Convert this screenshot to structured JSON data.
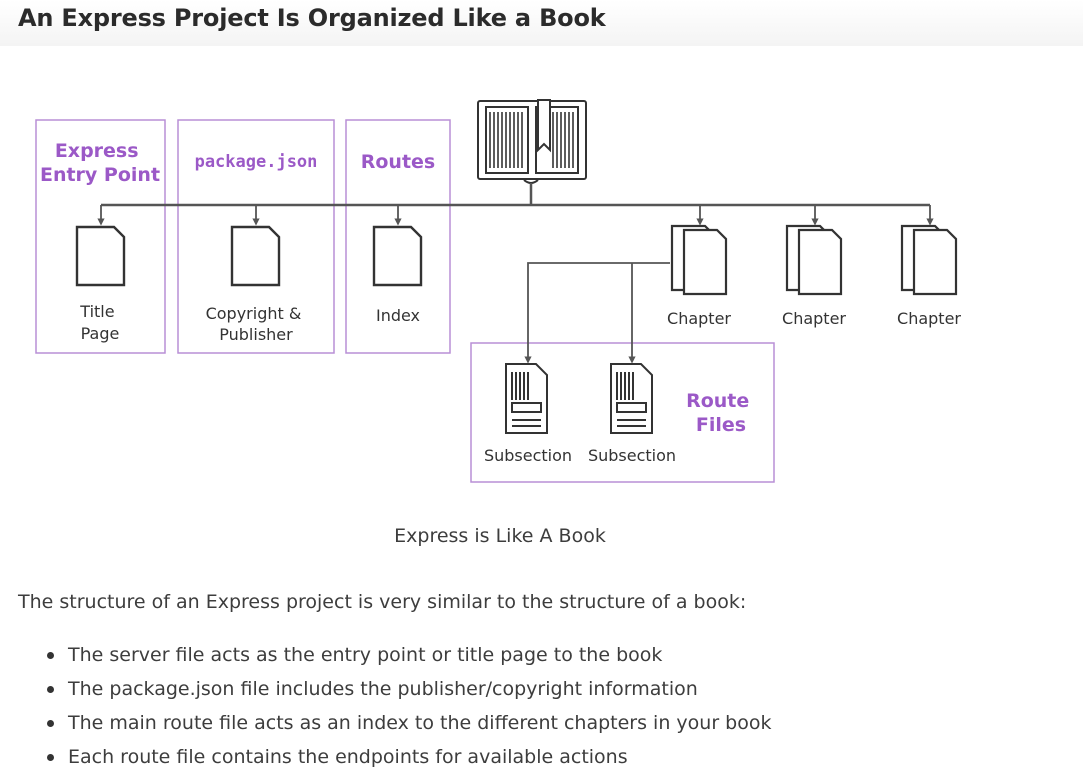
{
  "page": {
    "title": "An Express Project Is Organized Like a Book"
  },
  "diagram": {
    "labels": {
      "express_entry_line1": "Express",
      "express_entry_line2": "Entry Point",
      "package_json": "package.json",
      "routes": "Routes",
      "route_files_line1": "Route",
      "route_files_line2": "Files"
    },
    "pages": {
      "title_line1": "Title",
      "title_line2": "Page",
      "copyright_line1": "Copyright &",
      "copyright_line2": "Publisher",
      "index": "Index",
      "chapter_1": "Chapter",
      "chapter_2": "Chapter",
      "chapter_3": "Chapter",
      "subsection_1": "Subsection",
      "subsection_2": "Subsection"
    },
    "colors": {
      "accent": "#9b59c7",
      "box_border": "#b98fd6",
      "line": "#555555"
    },
    "icons": [
      "book-icon",
      "document-icon",
      "stacked-document-icon",
      "text-document-icon"
    ]
  },
  "caption": "Express is Like A Book",
  "body": {
    "intro": "The structure of an Express project is very similar to the structure of a book:",
    "bullets": [
      "The server file acts as the entry point or title page to the book",
      "The package.json file includes the publisher/copyright information",
      "The main route file acts as an index to the different chapters in your book",
      "Each route file contains the endpoints for available actions"
    ]
  }
}
